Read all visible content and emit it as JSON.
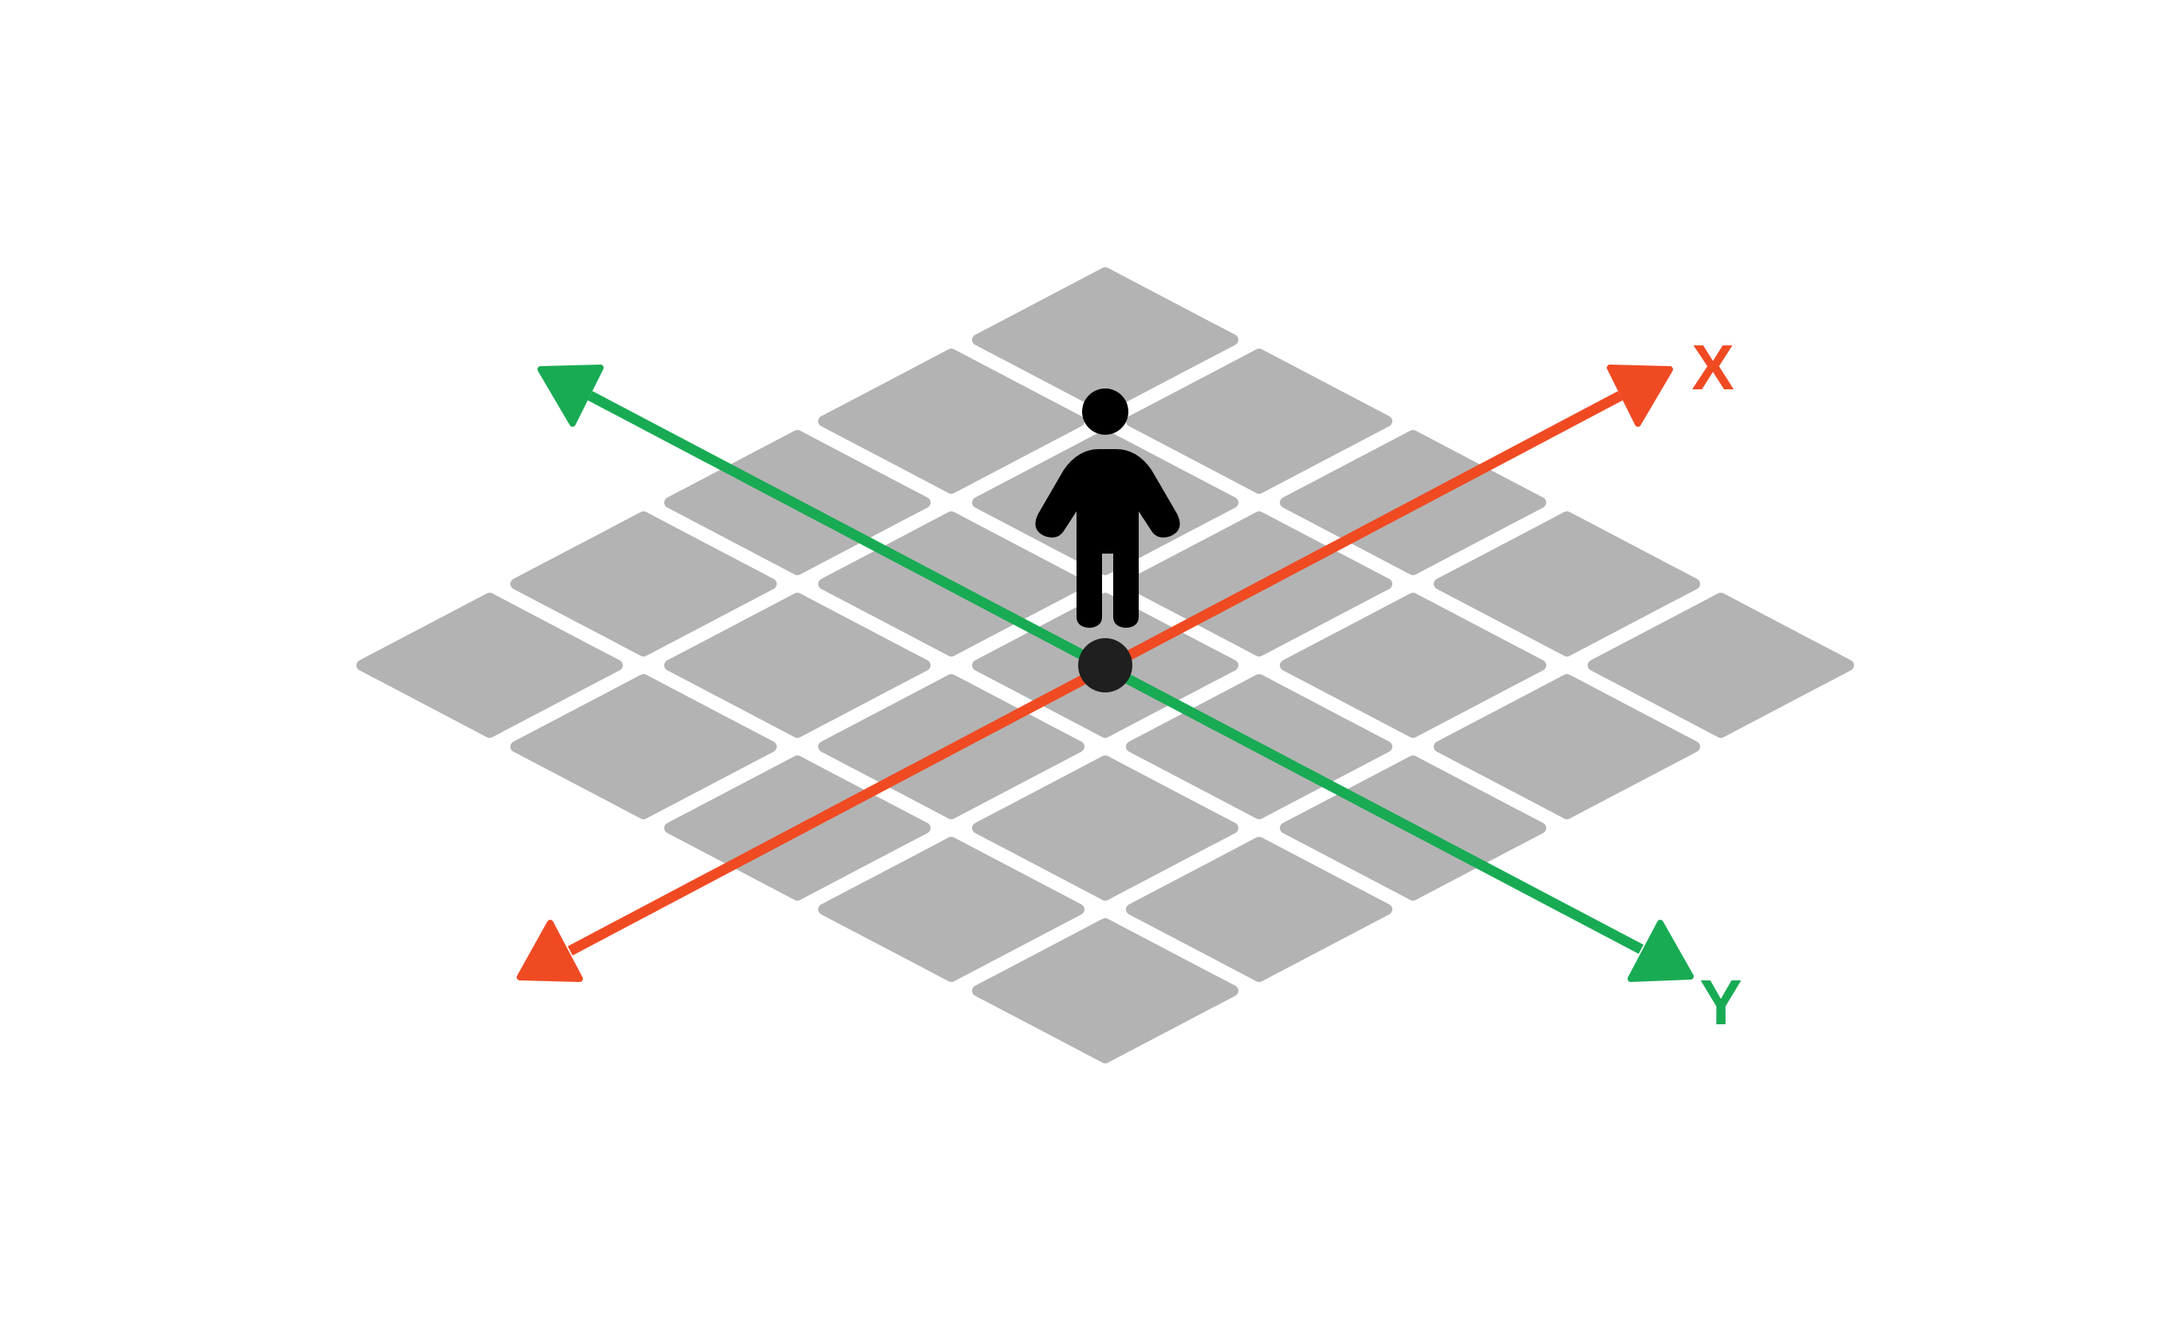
{
  "axes": {
    "x": {
      "label": "X",
      "color": "#f04a23"
    },
    "y": {
      "label": "Y",
      "color": "#18ab54"
    }
  },
  "grid": {
    "rows": 5,
    "cols": 5,
    "tile_color": "#b3b3b3"
  },
  "figure": {
    "icon": "person-icon",
    "color": "#000000"
  },
  "origin_marker": {
    "icon": "origin-dot",
    "color": "#1f1f1f"
  }
}
